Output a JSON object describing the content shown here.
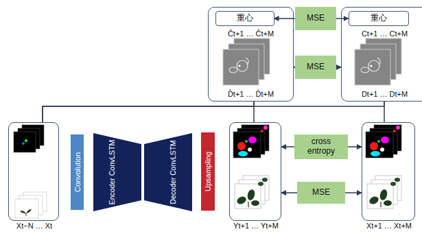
{
  "diagram": {
    "nodes": [
      {
        "text": [
          "Ĉt+1 … Ĉt+M",
          "D̂t+1 … D̂t+M"
        ]
      },
      {
        "text": [
          "重心"
        ],
        "in": 0
      },
      {
        "text": [
          "MSE"
        ]
      },
      {
        "text": [
          "MSE"
        ]
      },
      {
        "text": [
          "Ct+1 … Ct+M",
          "Dt+1 … Dt+M"
        ]
      },
      {
        "text": [
          "重心"
        ],
        "in": 4
      },
      {
        "text": [
          "Xt−N … Xt"
        ]
      },
      {
        "text": [
          "Convolution"
        ]
      },
      {
        "text": [
          "Encoder ConvLSTM"
        ]
      },
      {
        "text": [
          "Decoder ConvLSTM"
        ]
      },
      {
        "text": [
          "Upsampling"
        ]
      },
      {
        "text": [
          "Yt+1 … Yt+M"
        ]
      },
      {
        "text": [
          "cross entropy"
        ]
      },
      {
        "text": [
          "MSE"
        ]
      },
      {
        "text": [
          "Xt+1 … Xt+M"
        ]
      }
    ],
    "edges": [
      {
        "from": 2,
        "to": 1,
        "arrow": "to"
      },
      {
        "from": 2,
        "to": 5,
        "arrow": "to"
      },
      {
        "from": 3,
        "to": 0,
        "arrow": "to"
      },
      {
        "from": 3,
        "to": 4,
        "arrow": "to"
      },
      {
        "from": 12,
        "to": 11,
        "arrow": "to"
      },
      {
        "from": 12,
        "to": 14,
        "arrow": "to"
      },
      {
        "from": 13,
        "to": 11,
        "arrow": "to"
      },
      {
        "from": 13,
        "to": 14,
        "arrow": "to"
      },
      {
        "from": 6,
        "to": 0,
        "arrow": "none"
      },
      {
        "from": 11,
        "to": 0,
        "arrow": "none"
      },
      {
        "from": 6,
        "to": 4,
        "arrow": "none"
      },
      {
        "from": 14,
        "to": 4,
        "arrow": "none"
      }
    ]
  }
}
